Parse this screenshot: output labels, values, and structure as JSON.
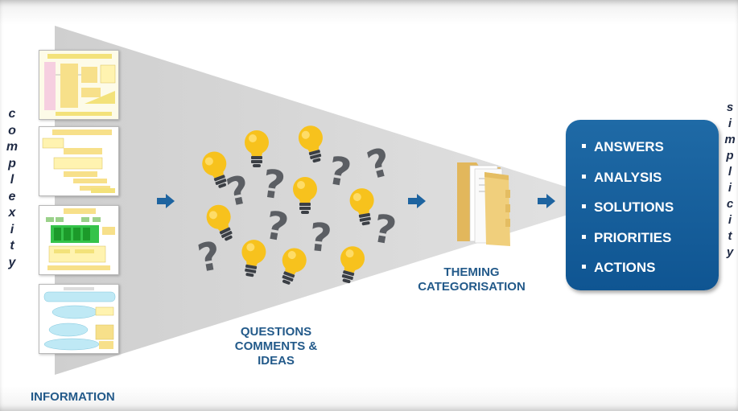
{
  "left_word": [
    "c",
    "o",
    "m",
    "p",
    "l",
    "e",
    "x",
    "i",
    "t",
    "y"
  ],
  "right_word": [
    "s",
    "i",
    "m",
    "p",
    "l",
    "i",
    "c",
    "i",
    "t",
    "y"
  ],
  "labels": {
    "information": "INFORMATION",
    "questions": [
      "QUESTIONS",
      "COMMENTS &",
      "IDEAS"
    ],
    "theming": [
      "THEMING",
      "CATEGORISATION"
    ]
  },
  "outcomes": [
    "ANSWERS",
    "ANALYSIS",
    "SOLUTIONS",
    "PRIORITIES",
    "ACTIONS"
  ],
  "icons": {
    "arrow": "arrow-right-icon",
    "bulb": "lightbulb-icon",
    "question": "question-mark-icon",
    "folder": "folder-icon"
  },
  "question_char": "?",
  "colors": {
    "funnel": "#d7d7d7",
    "label_blue": "#235a8a",
    "arrow_blue": "#1e64a0",
    "box_blue": "#1565a5",
    "bulb_yellow": "#f7c21d",
    "question_gray": "#5b5e63",
    "word_navy": "#1f2a44"
  }
}
